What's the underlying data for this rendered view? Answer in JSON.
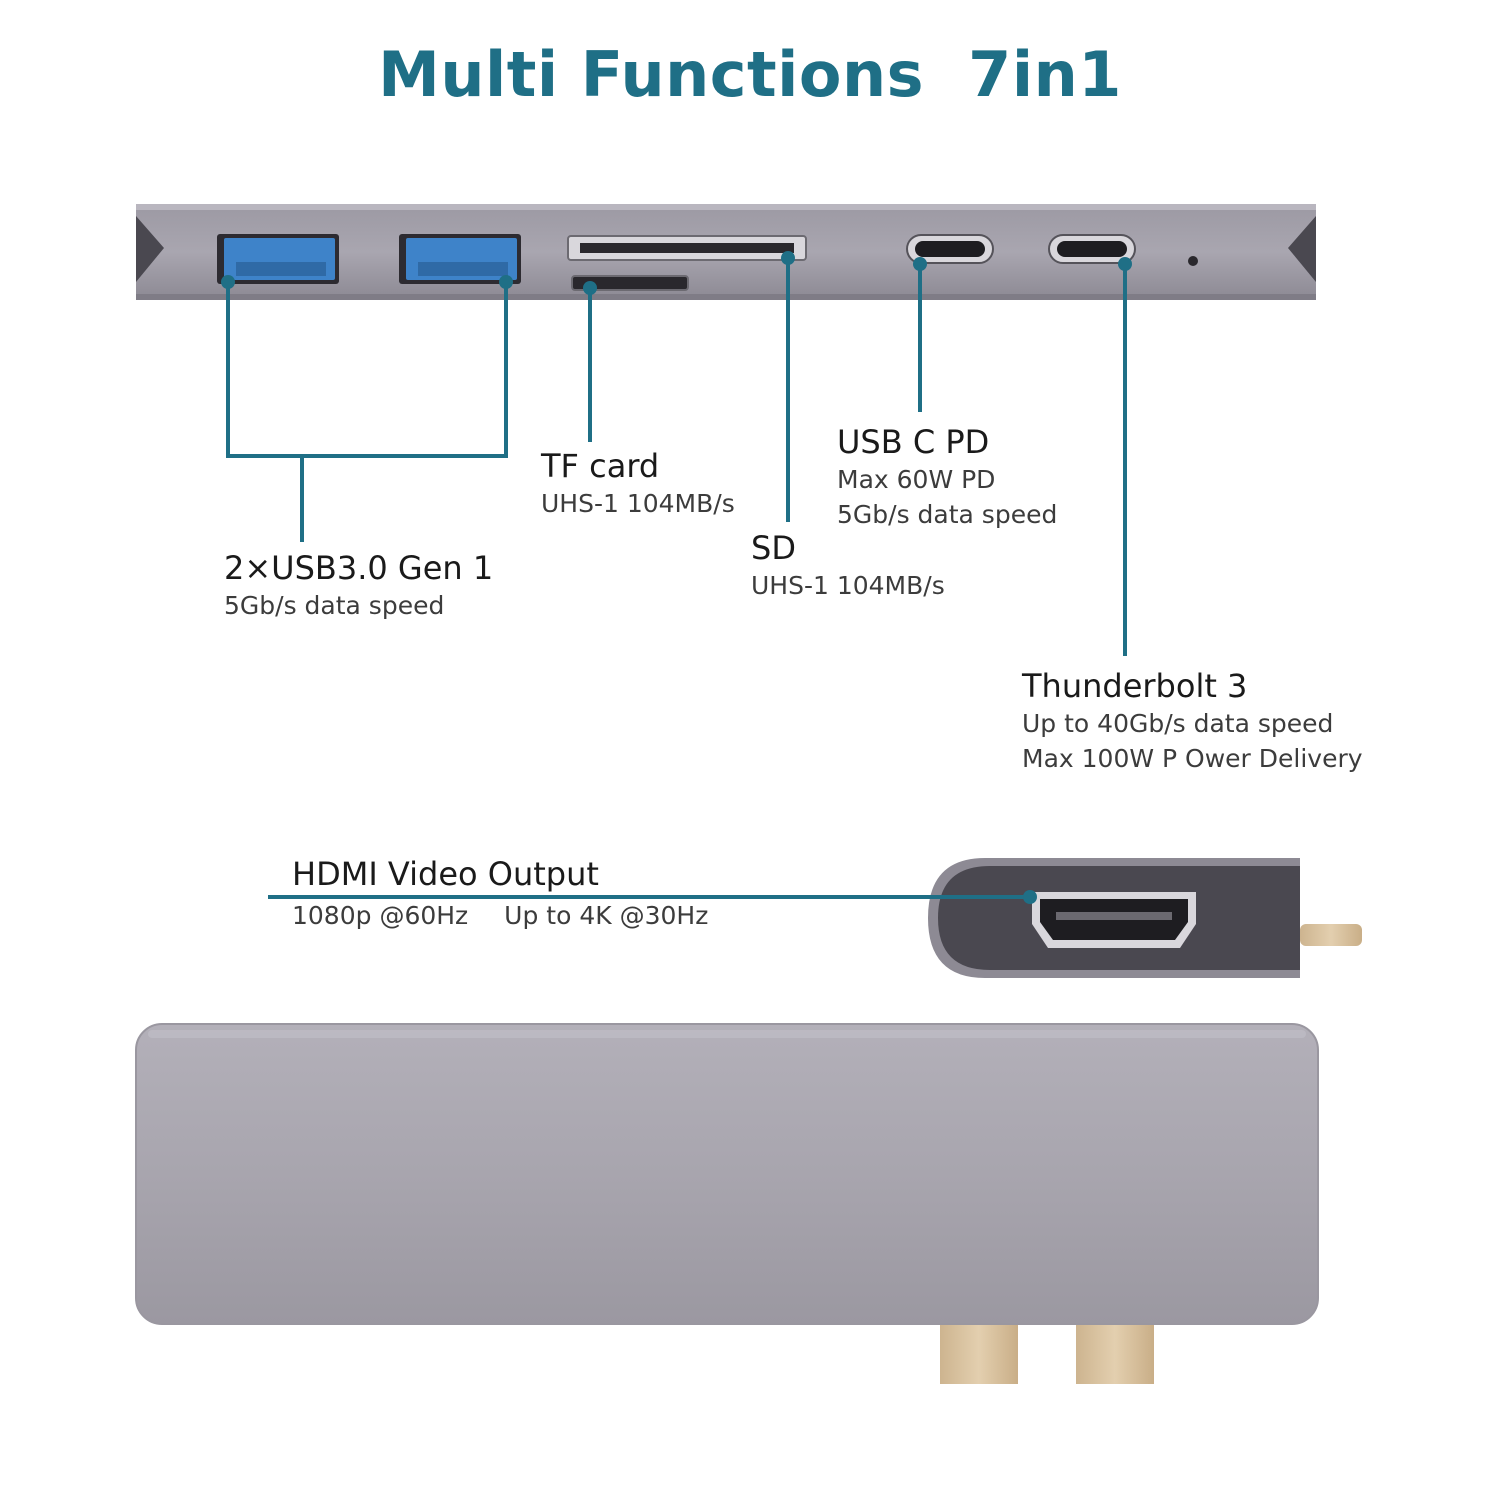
{
  "title": "Multi Functions  7in1",
  "colors": {
    "accent": "#1f6f86",
    "body": "#a7a4ad",
    "body_edge": "#8a8791",
    "port_blue": "#3e83c9",
    "connector_gold": "#d8c2a1"
  },
  "ports": {
    "usb3": {
      "name": "2×USB3.0 Gen 1",
      "specs": [
        "5Gb/s data speed"
      ]
    },
    "tf": {
      "name": "TF card",
      "specs": [
        "UHS-1 104MB/s"
      ]
    },
    "sd": {
      "name": "SD",
      "specs": [
        "UHS-1 104MB/s"
      ]
    },
    "usbc": {
      "name": "USB C PD",
      "specs": [
        "Max 60W PD",
        "5Gb/s data speed"
      ]
    },
    "thunderbolt": {
      "name": "Thunderbolt 3",
      "specs": [
        "Up to 40Gb/s data speed",
        "Max 100W P Ower Delivery"
      ]
    },
    "hdmi": {
      "name": "HDMI Video Output",
      "specs": [
        "1080p @60Hz",
        "Up to 4K @30Hz"
      ]
    }
  }
}
